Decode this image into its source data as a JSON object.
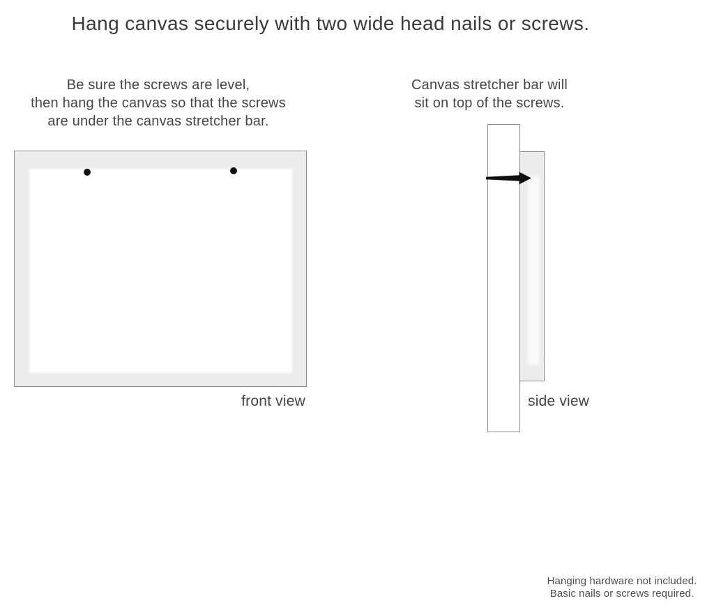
{
  "title": "Hang canvas securely with two wide head nails or screws.",
  "instructions": {
    "left": {
      "lines": [
        "Be sure the screws are level,",
        "then hang the canvas so that the screws",
        "are under the canvas stretcher bar."
      ]
    },
    "right": {
      "lines": [
        "Canvas stretcher bar will",
        "sit on top of the screws."
      ]
    }
  },
  "front_view": {
    "label": "front view",
    "screw_count": 2
  },
  "side_view": {
    "label": "side view"
  },
  "footer": {
    "lines": [
      "Hanging hardware not included.",
      "Basic nails or screws required."
    ]
  },
  "colors": {
    "background": "#ffffff",
    "canvas_fill": "#ececec",
    "outline": "#8c8c8c",
    "text_primary": "#3a3a3a",
    "text_secondary": "#454545",
    "text_muted": "#4e4e4e",
    "nail_black": "#101010"
  }
}
